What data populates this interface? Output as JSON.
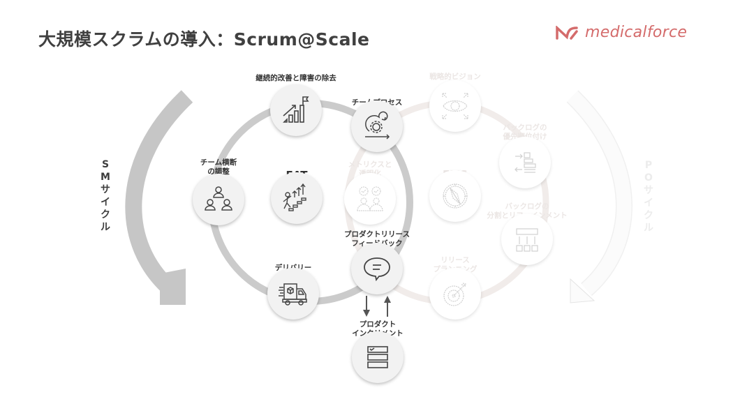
{
  "header": {
    "title": "大規模スクラムの導入：Scrum@Scale",
    "logo_text": "medicalforce",
    "brand_color": "#d46b6b"
  },
  "cycles": {
    "sm": {
      "label_chars": [
        "S",
        "M",
        "サ",
        "イ",
        "ク",
        "ル"
      ],
      "color": "#c4c4c4"
    },
    "po": {
      "label_chars": [
        "P",
        "O",
        "サ",
        "イ",
        "ク",
        "ル"
      ],
      "color": "#f2eeec"
    }
  },
  "nodes": {
    "continuous_improvement": {
      "label": "継続的改善と障害の除去",
      "icon": "growth-chart-flag-icon",
      "state": "active"
    },
    "team_process": {
      "label": "チームプロセス",
      "icon": "gear-cycle-icon",
      "state": "active"
    },
    "cross_team": {
      "label_lines": [
        "チーム横断",
        "の調整"
      ],
      "icon": "team-people-icon",
      "state": "active"
    },
    "eat": {
      "label": "EAT",
      "icon": "climbing-stairs-icon",
      "state": "active"
    },
    "metrics": {
      "label_lines": [
        "メトリクスと",
        "透明化"
      ],
      "icon": "people-check-icon",
      "state": "faded"
    },
    "release_feedback": {
      "label_lines": [
        "プロダクトリリース",
        "フィードバック"
      ],
      "icon": "speech-bubble-icon",
      "state": "active"
    },
    "delivery": {
      "label": "デリバリー",
      "icon": "delivery-truck-icon",
      "state": "active"
    },
    "increment": {
      "label_lines": [
        "プロダクト",
        "インクリメント"
      ],
      "icon": "checklist-icon",
      "state": "active"
    },
    "strategic_vision": {
      "label": "戦略的ビジョン",
      "icon": "eye-vision-icon",
      "state": "faded"
    },
    "backlog_priority": {
      "label_lines": [
        "バックログの",
        "優先順位付け"
      ],
      "icon": "priority-list-icon",
      "state": "faded"
    },
    "ems": {
      "label": "EMS",
      "icon": "compass-icon",
      "state": "faded"
    },
    "backlog_refinement": {
      "label_lines": [
        "バックログの",
        "分割とリファインメント"
      ],
      "icon": "hierarchy-icon",
      "state": "faded"
    },
    "release_planning": {
      "label_lines": [
        "リリース",
        "プランニング"
      ],
      "icon": "target-arrow-icon",
      "state": "faded"
    }
  }
}
